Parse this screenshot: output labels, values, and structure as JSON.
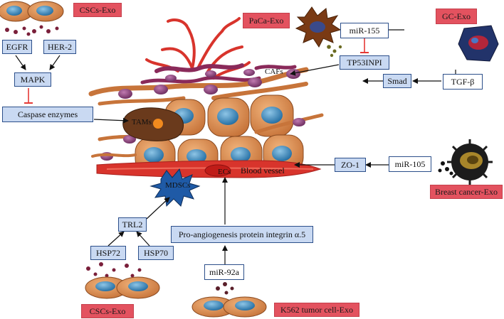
{
  "labels": {
    "cscs_exo_top": "CSCs-Exo",
    "egfr": "EGFR",
    "her2": "HER-2",
    "mapk": "MAPK",
    "caspase": "Caspase enzymes",
    "paca_exo": "PaCa-Exo",
    "mir155": "miR-155",
    "tp53inp1": "TP53INPI",
    "gc_exo": "GC-Exo",
    "smad": "Smad",
    "tgf": "TGF-β",
    "cafs": "CAFs",
    "tams": "TAMs",
    "zo1": "ZO-1",
    "mir105": "miR-105",
    "breast_exo": "Breast cancer-Exo",
    "ecs": "ECs",
    "blood_vessel": "Blood vessel",
    "mdscs": "MDSCs",
    "trl2": "TRL2",
    "hsp72": "HSP72",
    "hsp70": "HSP70",
    "integrin": "Pro-angiogenesis protein integrin α.5",
    "mir92a": "miR-92a",
    "cscs_exo_bottom": "CSCs-Exo",
    "k562_exo": "K562 tumor cell-Exo"
  },
  "colors": {
    "box_blue": "#c9d9f2",
    "box_border": "#2c4f8a",
    "exo_red": "#e3525f",
    "inhibit_red": "#e53935",
    "vessel_red": "#d8342c",
    "cell_orange": "#d9884b",
    "nucleus_blue": "#2f7fb4",
    "mdsc_blue": "#1f5aa6"
  }
}
